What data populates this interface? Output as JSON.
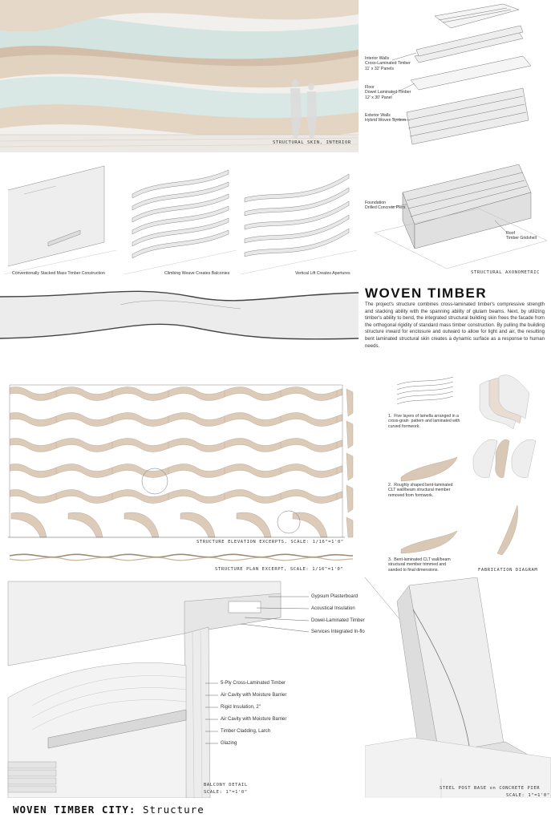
{
  "captions": {
    "structural_skin_interior": "STRUCTURAL SKIN, INTERIOR",
    "structural_axonometric": "STRUCTURAL AXONOMETRIC",
    "stacked": "Conventionally Stacked Mass Timber Construction",
    "climbing": "Climbing Weave Creates Balconies",
    "vertical": "Vertical Lift Creates Apertures",
    "elevation": "STRUCTURE ELEVATION EXCERPTS, SCALE: 1/16\"=1'0\"",
    "plan": "STRUCTURE PLAN EXCERPT, SCALE: 1/16\"=1'0\"",
    "fabrication": "FABRICATION DIAGRAM",
    "balcony_detail": "BALCONY DETAIL",
    "balcony_scale": "SCALE: 1\"=1'0\"",
    "steel_post": "STEEL POST BASE on CONCRETE PIER",
    "steel_scale": "SCALE: 1\"=1'0\""
  },
  "axon_labels": {
    "interior_walls": "Interior Walls\nCross-Laminated Timber\n11' x 32' Panels",
    "floor": "Floor\nDowel Laminated Timber\n12' x 30' Panel",
    "exterior_walls": "Exterior Walls\nHybrid Woven System",
    "foundation": "Foundation\nDrilled Concrete Piers",
    "roof": "Roof\nTimber Gridshell"
  },
  "main": {
    "title": "WOVEN TIMBER",
    "paragraph": "The project's structure combines cross-laminated timber's compressive strength and stacking ability with the spanning ability of glulam beams. Next, by utilizing timber's ability to bend, the integrated structural building skin frees the facade from the orthogonal rigidity of standard mass timber construction. By pulling the building structure inward for enclosure and outward to allow for light and air, the resulting bent laminated structural skin creates a dynamic surface as a response to human needs."
  },
  "fabrication_steps": [
    "1.  Five layers of lamella arranged in a\ncross-grain  pattern and laminated with\ncurved formwork.",
    "2.  Roughly shaped bent-laminated\nCLT wall/beam structural member\nremoved from formwork.",
    "3.  Bent-laminated CLT wall/beam\nstructural member trimmed and\nsanded to final dimensions."
  ],
  "detail_labels_top": [
    "Gypsum Plasterboard",
    "Acoustical Insulation",
    "Dowel-Laminated Timber Floor",
    "Services Integrated In-floor"
  ],
  "detail_labels_bottom": [
    "5-Ply Cross-Laminated Timber",
    "Air Cavity with Moisture Barrier",
    "Rigid Insulation, 2\"",
    "Air Cavity with Moisture Barrier",
    "Timber Cladding, Larch",
    "Glazing"
  ],
  "footer": {
    "bold": "WOVEN TIMBER CITY:",
    "rest": " Structure"
  },
  "colors": {
    "timber": "#d9c8b6",
    "timber_dark": "#b8a28c",
    "glass": "#d6e6e2",
    "line": "#555555"
  }
}
